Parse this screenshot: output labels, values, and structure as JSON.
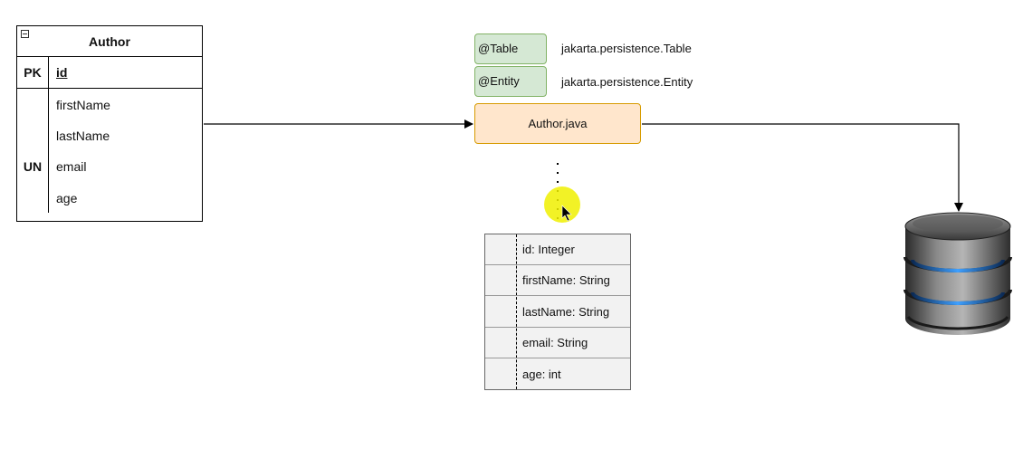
{
  "er_table": {
    "title": "Author",
    "pk_label": "PK",
    "pk_field": "id",
    "un_label": "UN",
    "fields": [
      "firstName",
      "lastName",
      "email",
      "age"
    ]
  },
  "annotations": [
    {
      "label": "@Table",
      "package": "jakarta.persistence.Table"
    },
    {
      "label": "@Entity",
      "package": "jakarta.persistence.Entity"
    }
  ],
  "class_box": {
    "label": "Author.java"
  },
  "field_list": {
    "rows": [
      "id: Integer",
      "firstName: String",
      "lastName: String",
      "email: String",
      "age: int"
    ]
  },
  "colors": {
    "annotation_fill": "#d5e8d4",
    "annotation_stroke": "#82b366",
    "class_fill": "#ffe6cc",
    "class_stroke": "#d79b00",
    "highlight": "#f0f000"
  },
  "icons": [
    "collapse-icon",
    "database-icon",
    "mouse-pointer-icon"
  ]
}
